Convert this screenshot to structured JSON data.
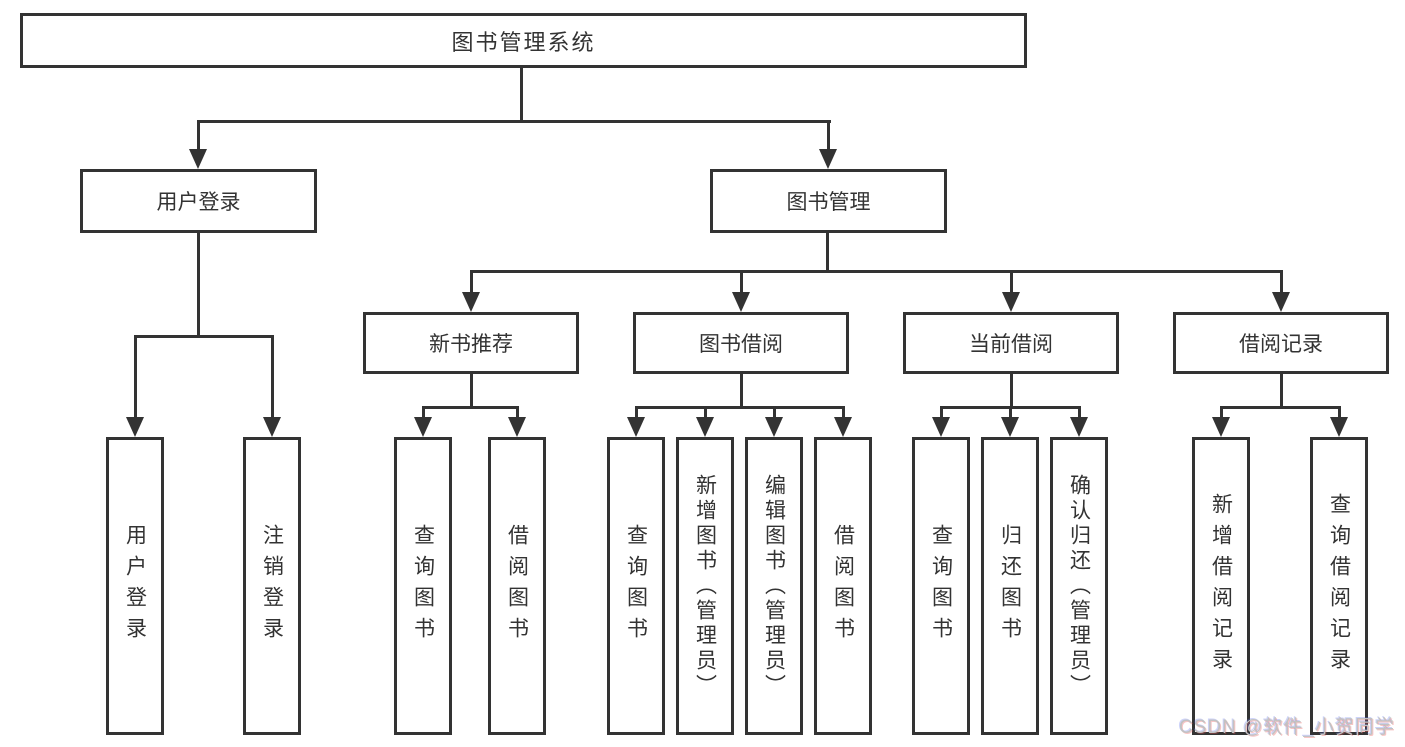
{
  "diagram": {
    "title": "图书管理系统",
    "root": {
      "label": "图书管理系统"
    },
    "level2": [
      {
        "label": "用户登录",
        "parent": "图书管理系统"
      },
      {
        "label": "图书管理",
        "parent": "图书管理系统"
      }
    ],
    "level3": [
      {
        "label": "新书推荐",
        "parent": "图书管理"
      },
      {
        "label": "图书借阅",
        "parent": "图书管理"
      },
      {
        "label": "当前借阅",
        "parent": "图书管理"
      },
      {
        "label": "借阅记录",
        "parent": "图书管理"
      }
    ],
    "leaves": [
      {
        "label": "用户登录",
        "parent": "用户登录"
      },
      {
        "label": "注销登录",
        "parent": "用户登录"
      },
      {
        "label": "查询图书",
        "parent": "新书推荐"
      },
      {
        "label": "借阅图书",
        "parent": "新书推荐"
      },
      {
        "label": "查询图书",
        "parent": "图书借阅"
      },
      {
        "label": "新增图书（管理员）",
        "parent": "图书借阅"
      },
      {
        "label": "编辑图书（管理员）",
        "parent": "图书借阅"
      },
      {
        "label": "借阅图书",
        "parent": "图书借阅"
      },
      {
        "label": "查询图书",
        "parent": "当前借阅"
      },
      {
        "label": "归还图书",
        "parent": "当前借阅"
      },
      {
        "label": "确认归还（管理员）",
        "parent": "当前借阅"
      },
      {
        "label": "新增借阅记录",
        "parent": "借阅记录"
      },
      {
        "label": "查询借阅记录",
        "parent": "借阅记录"
      }
    ]
  },
  "watermark": {
    "text": "CSDN @软件_小贺同学"
  },
  "colors": {
    "stroke": "#333333",
    "text": "#333333",
    "background": "#ffffff",
    "watermark": "#c2c2c2"
  }
}
